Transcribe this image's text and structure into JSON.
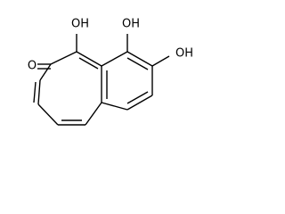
{
  "molecule": {
    "atom_labels": {
      "carbonyl_oxygen": "O",
      "hydroxyl_top_left": "OH",
      "hydroxyl_top_right": "OH",
      "hydroxyl_right": "OH"
    }
  }
}
